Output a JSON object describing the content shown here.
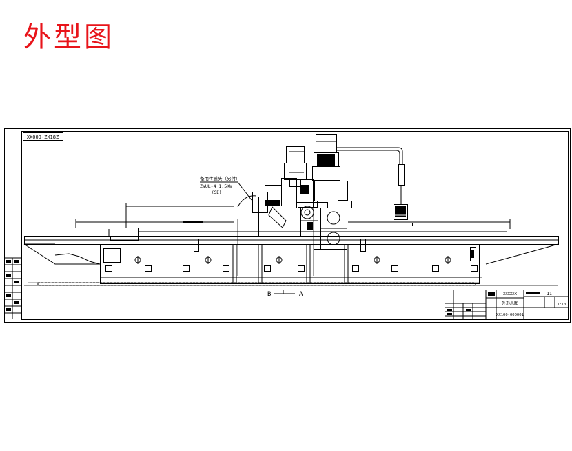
{
  "page": {
    "title": "外型图"
  },
  "drawing": {
    "code_box": "XX000-ZX18Z",
    "callout_line1": "备用传感头（另付）",
    "callout_line2": "ZWUL-4 1.5KW",
    "callout_line3": "(SE)",
    "section_b": "B",
    "section_a": "A",
    "block_title": "XXXXXX",
    "block_name": "外形总图",
    "block_drawing_no": "XX100-000001",
    "block_sheet": "11",
    "block_scale": "1:10"
  }
}
